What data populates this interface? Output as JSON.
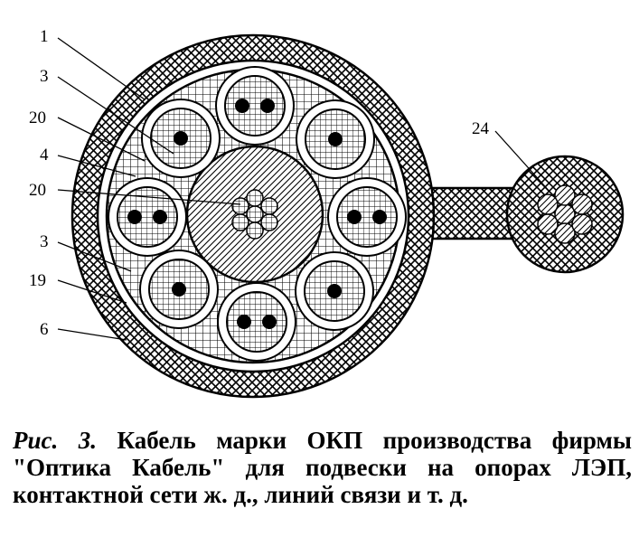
{
  "figure": {
    "callouts": [
      {
        "id": "l1",
        "text": "1"
      },
      {
        "id": "l3a",
        "text": "3"
      },
      {
        "id": "l20a",
        "text": "20"
      },
      {
        "id": "l4",
        "text": "4"
      },
      {
        "id": "l20b",
        "text": "20"
      },
      {
        "id": "l3b",
        "text": "3"
      },
      {
        "id": "l19",
        "text": "19"
      },
      {
        "id": "l6",
        "text": "6"
      },
      {
        "id": "l24",
        "text": "24"
      }
    ]
  },
  "caption": {
    "prefix": "Рис. 3.",
    "text": "Кабель марки ОКП производства фирмы \"Оптика Кабель\" для подвески на опорах ЛЭП, контактной сети ж. д., линий связи и т. д."
  }
}
